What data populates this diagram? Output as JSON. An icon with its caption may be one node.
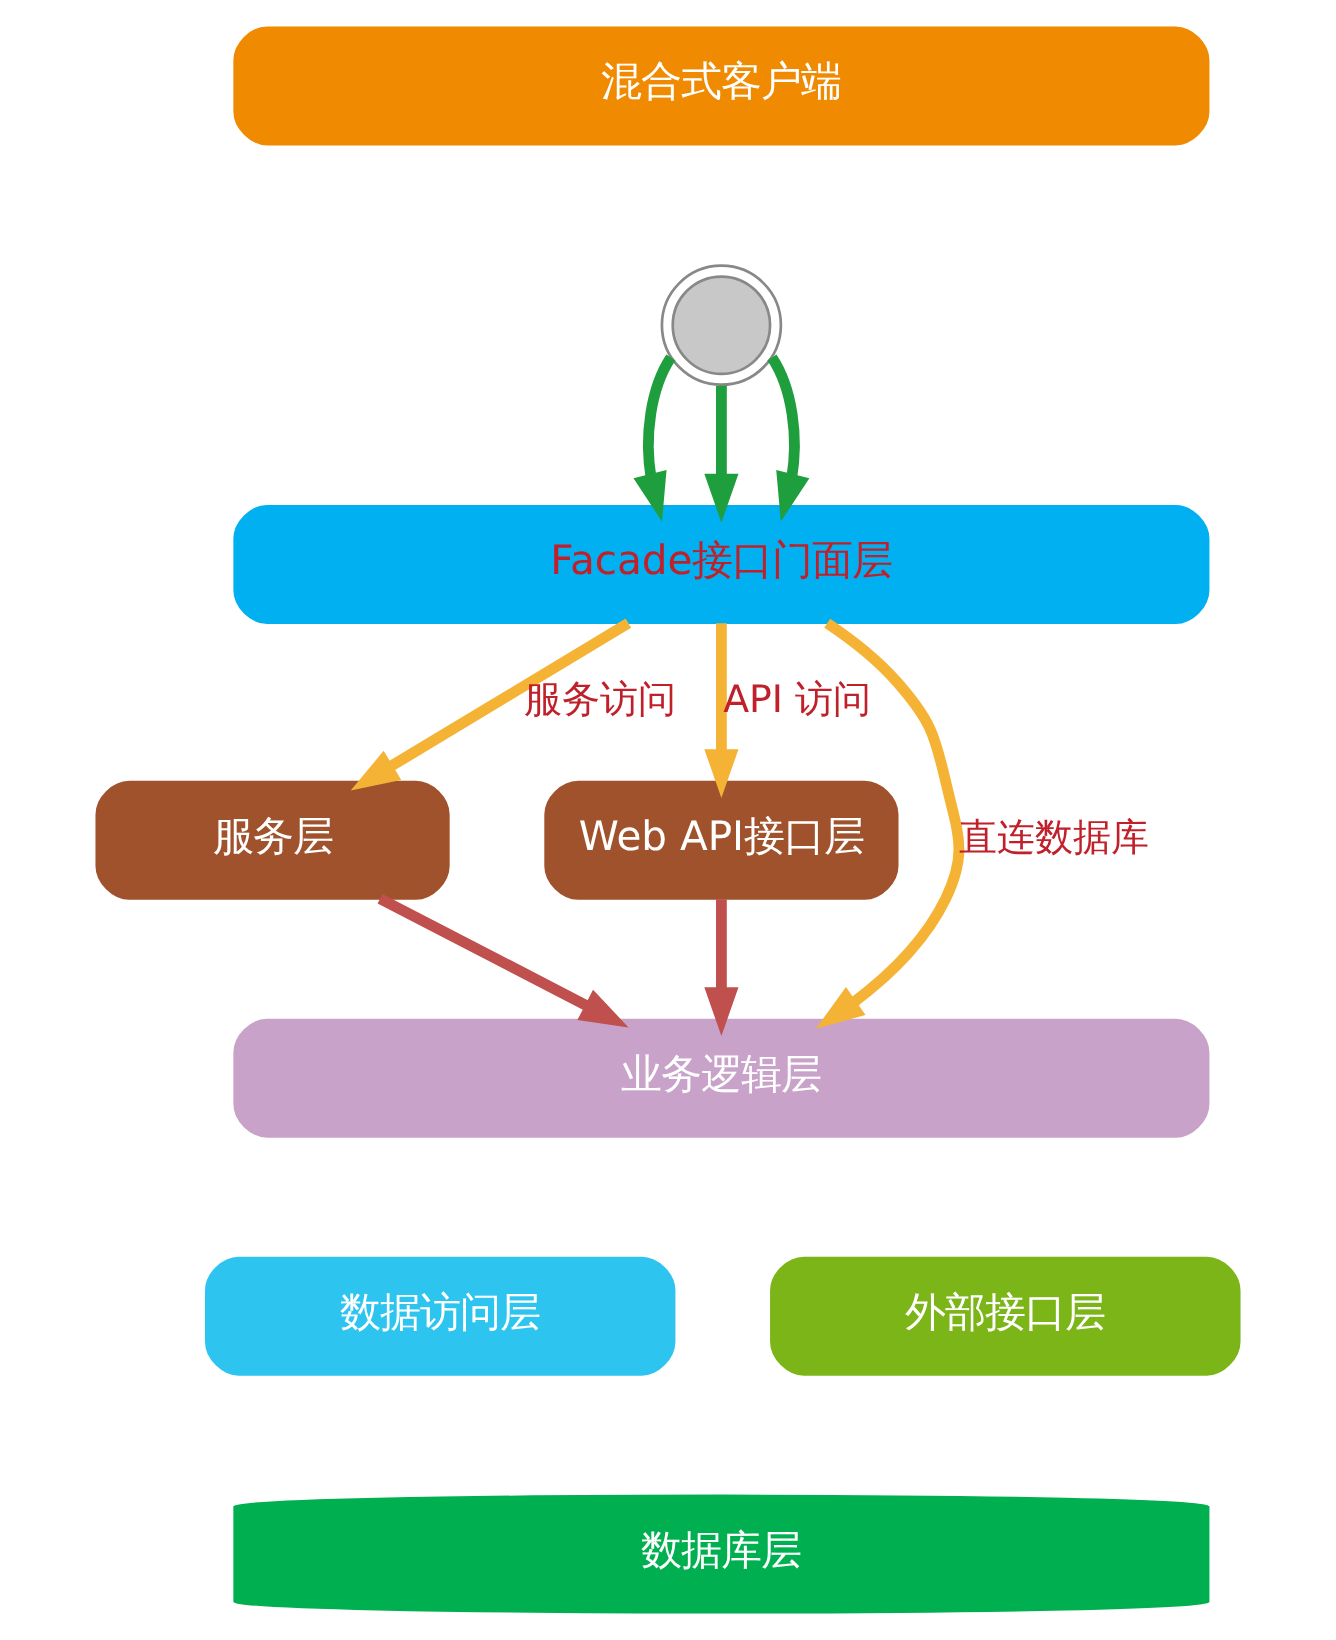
{
  "diagram": {
    "nodes": [
      {
        "text": [
          "混合式客户端"
        ]
      },
      {
        "text": [],
        "shape": "picture"
      },
      {
        "text": [
          "Facade接口门面层"
        ]
      },
      {
        "text": [
          "服务层"
        ]
      },
      {
        "text": [
          "Web API接口层"
        ]
      },
      {
        "text": [
          "业务逻辑层"
        ]
      },
      {
        "text": [
          "数据访问层"
        ]
      },
      {
        "text": [
          "外部接口层"
        ]
      },
      {
        "text": [
          "数据库层"
        ]
      }
    ],
    "edges": [
      {
        "from": 1,
        "to": 2,
        "arrow": "to",
        "color": "#1e9e3c"
      },
      {
        "from": 1,
        "to": 2,
        "arrow": "to",
        "color": "#1e9e3c"
      },
      {
        "from": 1,
        "to": 2,
        "arrow": "to",
        "color": "#1e9e3c"
      },
      {
        "from": 2,
        "to": 5,
        "arrow": "to",
        "label": "直连数据库",
        "color": "#f5b335"
      },
      {
        "from": 2,
        "to": 3,
        "arrow": "to",
        "label": "服务访问",
        "color": "#f5b335"
      },
      {
        "from": 2,
        "to": 4,
        "arrow": "to",
        "label": "API 访问",
        "color": "#f5b335"
      },
      {
        "from": 3,
        "to": 5,
        "arrow": "to",
        "color": "#c0504d"
      },
      {
        "from": 4,
        "to": 5,
        "arrow": "to",
        "color": "#c0504d"
      }
    ]
  }
}
